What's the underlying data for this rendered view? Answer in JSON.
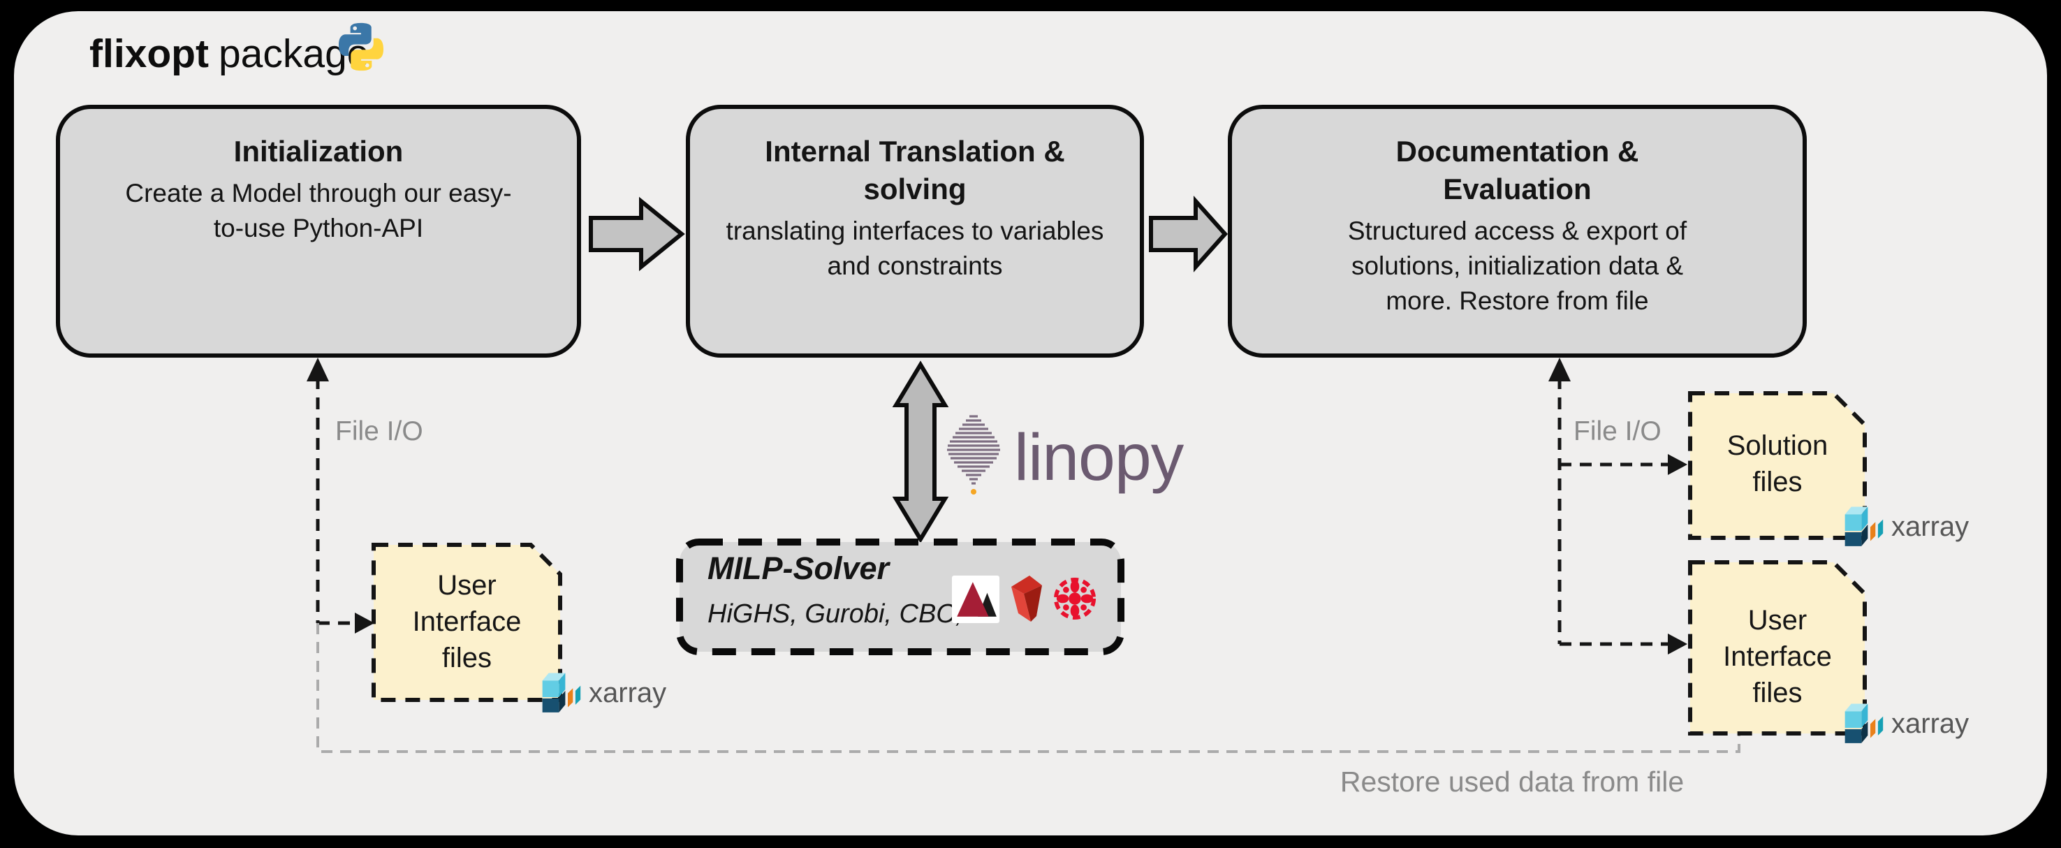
{
  "title": {
    "brand": "flixopt",
    "suffix": "package"
  },
  "colors": {
    "background": "#000000",
    "panel": "#f0efee",
    "box_fill": "#d8d8d8",
    "note_fill": "#fcf1cd",
    "arrow_fill": "#c3c3c3",
    "linopy_purple": "#6b5a70",
    "muted_gray": "#8a8a8a",
    "xarray_orange": "#e8801a",
    "xarray_teal": "#16a0b4",
    "solver_red": "#e8112d"
  },
  "stages": [
    {
      "title": "Initialization",
      "body": "Create a Model through our easy-\nto-use Python-API"
    },
    {
      "title": "Internal Translation &\nsolving",
      "body": "translating interfaces to variables\nand constraints"
    },
    {
      "title": "Documentation &\nEvaluation",
      "body": "Structured access & export of\nsolutions, initialization data &\nmore. Restore from file"
    }
  ],
  "solver": {
    "title": "MILP-Solver",
    "subtitle": "HiGHS, Gurobi, CBC, …",
    "logos": [
      "highs-logo",
      "gurobi-logo",
      "cbc-logo"
    ]
  },
  "linopy": {
    "label": "linopy"
  },
  "labels": {
    "file_io_left": "File I/O",
    "file_io_right": "File I/O",
    "restore": "Restore used data from file",
    "xarray": "xarray"
  },
  "file_boxes": {
    "user_left": "User\nInterface\nfiles",
    "solution": "Solution\nfiles",
    "user_right": "User\nInterface\nfiles"
  }
}
